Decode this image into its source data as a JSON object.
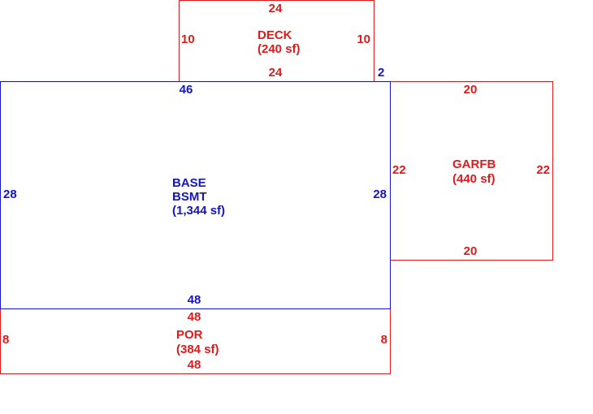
{
  "colors": {
    "base": "#1414c8",
    "addition": "#e01a1a"
  },
  "areas": {
    "deck": {
      "name": "DECK",
      "area": "(240 sf)",
      "dims": {
        "top": "24",
        "bottom": "24",
        "left": "10",
        "right": "10",
        "offset": "2"
      }
    },
    "base": {
      "name1": "BASE",
      "name2": "BSMT",
      "area": "(1,344 sf)",
      "dims": {
        "top": "46",
        "bottom": "48",
        "left": "28",
        "right": "28"
      }
    },
    "garfb": {
      "name": "GARFB",
      "area": "(440 sf)",
      "dims": {
        "top": "20",
        "bottom": "20",
        "left": "22",
        "right": "22"
      }
    },
    "por": {
      "name": "POR",
      "area": "(384 sf)",
      "dims": {
        "top": "48",
        "bottom": "48",
        "left": "8",
        "right": "8"
      }
    }
  }
}
